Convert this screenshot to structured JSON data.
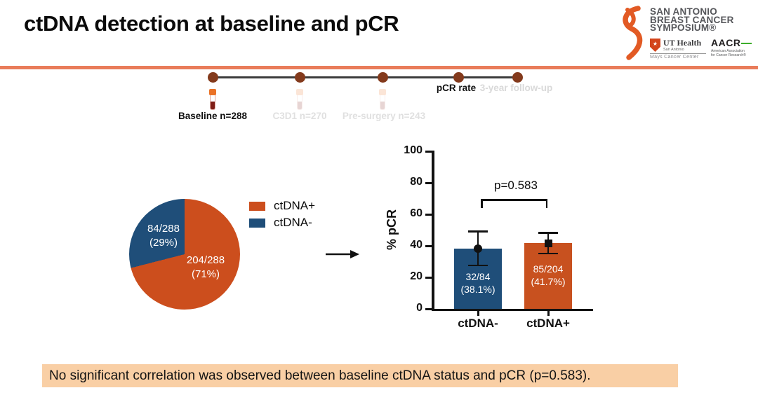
{
  "title": "ctDNA detection at baseline and pCR",
  "header_logos": {
    "sabcs": {
      "lines": [
        "SAN ANTONIO",
        "BREAST CANCER",
        "SYMPOSIUM®"
      ]
    },
    "uthealth": {
      "star": "★",
      "name": "UT Health",
      "location": "San Antonio",
      "center": "Mays Cancer Center"
    },
    "aacr": {
      "name": "AACR",
      "sub1": "American Association",
      "sub2": "for Cancer Research®"
    }
  },
  "timeline": {
    "points": [
      {
        "label": "Baseline n=288",
        "state": "active",
        "icon": "blood-tube"
      },
      {
        "label": "C3D1 n=270",
        "state": "faded",
        "icon": "blood-tube"
      },
      {
        "label": "Pre-surgery n=243",
        "state": "faded",
        "icon": "blood-tube"
      },
      {
        "label": "pCR rate",
        "state": "active",
        "icon": "none"
      },
      {
        "label": "3-year follow-up",
        "state": "faded",
        "icon": "none"
      }
    ]
  },
  "chart_data": [
    {
      "type": "pie",
      "slices": [
        {
          "label": "ctDNA+",
          "numerator": 204,
          "denominator": 288,
          "percent": 71,
          "value_text": "204/288",
          "pct_text": "(71%)",
          "color": "#CC4E1D"
        },
        {
          "label": "ctDNA-",
          "numerator": 84,
          "denominator": 288,
          "percent": 29,
          "value_text": "84/288",
          "pct_text": "(29%)",
          "color": "#1F4E79"
        }
      ],
      "legend": [
        "ctDNA+",
        "ctDNA-"
      ],
      "legend_position": "right",
      "start_angle": "top",
      "direction": "clockwise"
    },
    {
      "type": "bar",
      "ylabel": "% pCR",
      "ylim": [
        0,
        100
      ],
      "yticks": [
        100,
        80,
        60,
        40,
        20,
        0
      ],
      "categories": [
        "ctDNA-",
        "ctDNA+"
      ],
      "values": [
        38.1,
        41.7
      ],
      "bar_labels": [
        [
          "32/84",
          "(38.1%)"
        ],
        [
          "85/204",
          "(41.7%)"
        ]
      ],
      "error_bars": [
        {
          "low": 27.5,
          "high": 49.5
        },
        {
          "low": 35.0,
          "high": 48.5
        }
      ],
      "markers": [
        "circle",
        "square"
      ],
      "colors": [
        "#1F4E79",
        "#C8511F"
      ],
      "annotation": "p=0.583",
      "grid": false
    }
  ],
  "banner": {
    "text": "No significant correlation was observed between baseline ctDNA status and pCR (p=0.583)."
  },
  "colors": {
    "accent_rule": "#E97C5A",
    "orange": "#CC4E1D",
    "blue": "#1F4E79",
    "banner_bg": "#F9CFA5",
    "timeline_dot": "#833A1C",
    "aacr_green": "#3DAE2B"
  }
}
